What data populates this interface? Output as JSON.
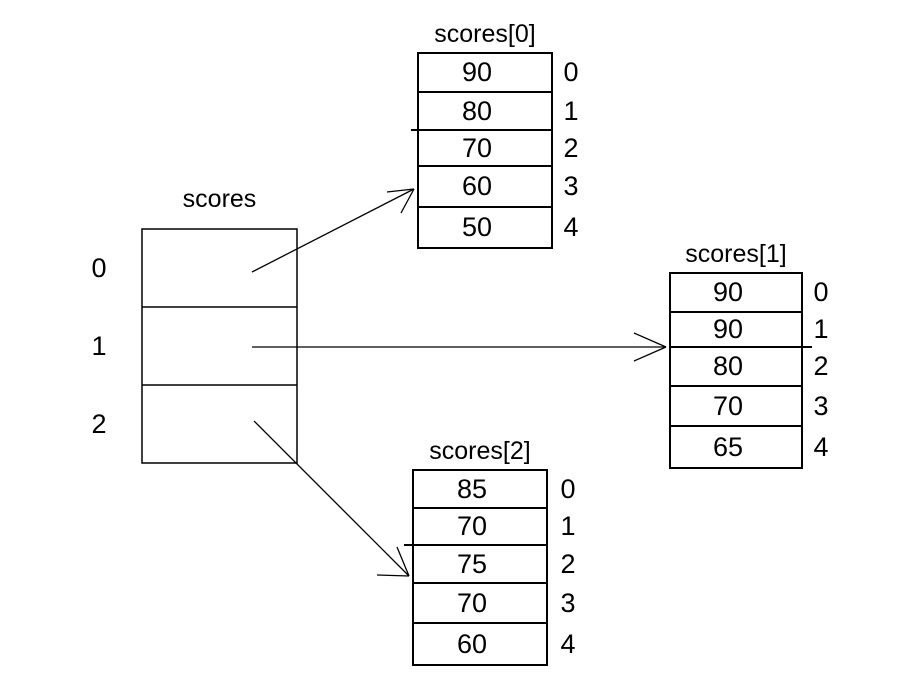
{
  "diagram": {
    "kind": "jagged-array-of-arrays",
    "colors": {
      "background": "#ffffff",
      "line": "#000000",
      "text": "#000000"
    },
    "pointer_array": {
      "title": "scores",
      "indices": [
        "0",
        "1",
        "2"
      ]
    },
    "arrays": [
      {
        "title": "scores[0]",
        "values": [
          "90",
          "80",
          "70",
          "60",
          "50"
        ],
        "indices": [
          "0",
          "1",
          "2",
          "3",
          "4"
        ]
      },
      {
        "title": "scores[1]",
        "values": [
          "90",
          "90",
          "80",
          "70",
          "65"
        ],
        "indices": [
          "0",
          "1",
          "2",
          "3",
          "4"
        ]
      },
      {
        "title": "scores[2]",
        "values": [
          "85",
          "70",
          "75",
          "70",
          "60"
        ],
        "indices": [
          "0",
          "1",
          "2",
          "3",
          "4"
        ]
      }
    ]
  }
}
